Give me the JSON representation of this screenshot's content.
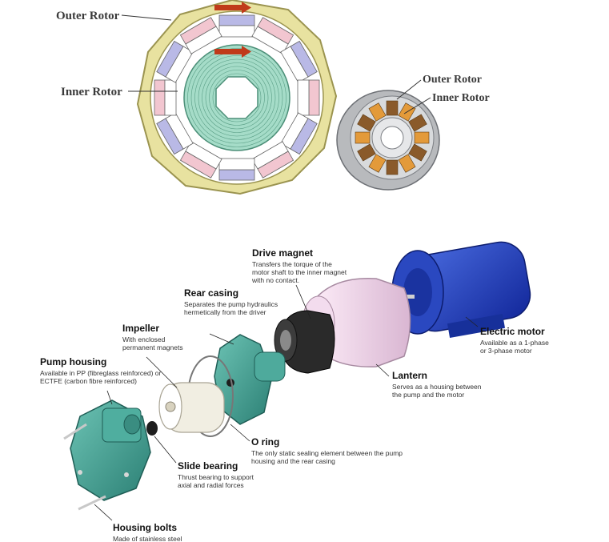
{
  "magnetic_coupling": {
    "labels": {
      "outer_rotor_left": "Outer Rotor",
      "inner_rotor_left": "Inner Rotor",
      "outer_rotor_right": "Outer Rotor",
      "inner_rotor_right": "Inner Rotor"
    }
  },
  "pump_components": [
    {
      "key": "drive_magnet",
      "title": "Drive magnet",
      "desc": [
        "Transfers the torque of the",
        "motor shaft to the inner magnet",
        "with no contact."
      ]
    },
    {
      "key": "rear_casing",
      "title": "Rear casing",
      "desc": [
        "Separates the pump hydraulics",
        "hermetically from the driver"
      ]
    },
    {
      "key": "impeller",
      "title": "Impeller",
      "desc": [
        "With enclosed",
        "permanent magnets"
      ]
    },
    {
      "key": "pump_housing",
      "title": "Pump housing",
      "desc": [
        "Available in PP (fibreglass reinforced) or",
        "ECTFE (carbon fibre reinforced)"
      ]
    },
    {
      "key": "electric_motor",
      "title": "Electric motor",
      "desc": [
        "Available as a 1-phase",
        "or 3-phase motor"
      ]
    },
    {
      "key": "lantern",
      "title": "Lantern",
      "desc": [
        "Serves as a housing between",
        "the pump and the motor"
      ]
    },
    {
      "key": "o_ring",
      "title": "O ring",
      "desc": [
        "The only static sealing element between the pump",
        "housing and the rear casing"
      ]
    },
    {
      "key": "slide_bearing",
      "title": "Slide bearing",
      "desc": [
        "Thrust bearing to support",
        "axial and radial forces"
      ]
    },
    {
      "key": "housing_bolts",
      "title": "Housing bolts",
      "desc": [
        "Made of stainless steel"
      ]
    }
  ],
  "colors": {
    "outer_ring": "#e8e2a0",
    "inner_core": "#9fd8c4",
    "magnet_blue": "#b9b9e6",
    "magnet_pink": "#f2c6d0",
    "motor_blue": "#1f3fb0",
    "lantern_pink": "#f1d6ea",
    "pump_teal": "#3a9b8e",
    "arrow": "#c03a1a"
  }
}
